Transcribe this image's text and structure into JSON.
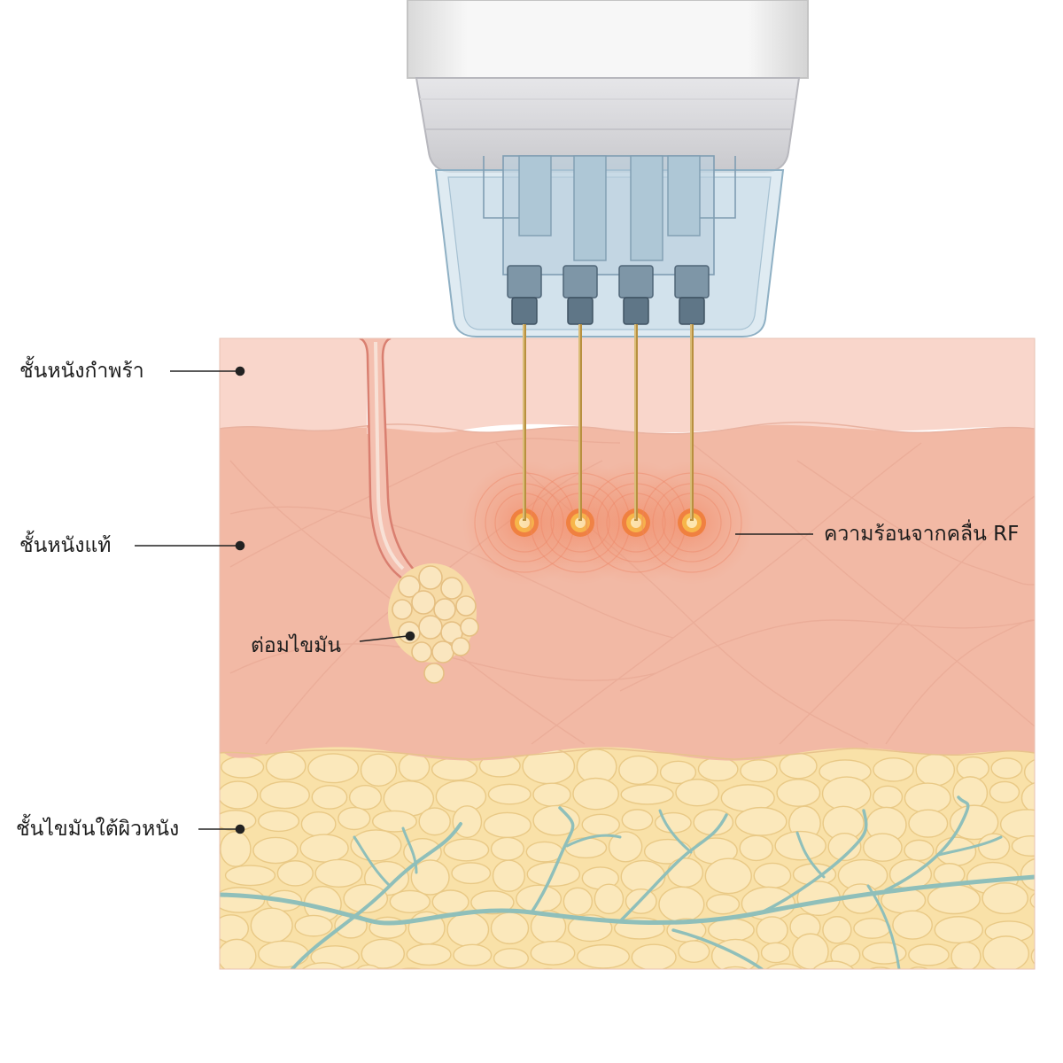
{
  "labels": {
    "epidermis": "ชั้นหนังกำพร้า",
    "dermis": "ชั้นหนังแท้",
    "sebaceous_gland": "ต่อมไขมัน",
    "subcutaneous_fat": "ชั้นไขมันใต้ผิวหนัง",
    "rf_heat": "ความร้อนจากคลื่น RF"
  },
  "device": {
    "needle_count": 4
  },
  "colors": {
    "epidermis": "#f9d6cb",
    "dermis": "#f2b9a5",
    "dermis_fiber": "#e9a995",
    "fat": "#f9e1a8",
    "fat_cell_stroke": "#e9c986",
    "blood_vessel": "#8fbfba",
    "handpiece": "#eeeeee",
    "tip_glass": "#cfe0ea",
    "needle": "#c9a25a",
    "heat_core": "#f29a2e",
    "heat_halo": "#f08a64",
    "leader_line": "#222222"
  }
}
